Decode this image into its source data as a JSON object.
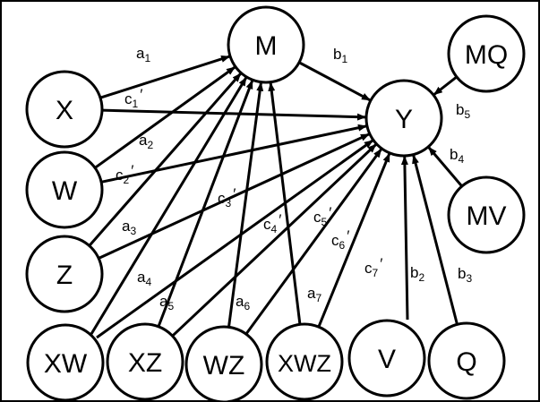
{
  "diagram": {
    "title": "",
    "nodes": [
      {
        "id": "M",
        "label": "M"
      },
      {
        "id": "Y",
        "label": "Y"
      },
      {
        "id": "MQ",
        "label": "MQ"
      },
      {
        "id": "MV",
        "label": "MV"
      },
      {
        "id": "X",
        "label": "X"
      },
      {
        "id": "W",
        "label": "W"
      },
      {
        "id": "Z",
        "label": "Z"
      },
      {
        "id": "XW",
        "label": "XW"
      },
      {
        "id": "XZ",
        "label": "XZ"
      },
      {
        "id": "WZ",
        "label": "WZ"
      },
      {
        "id": "XWZ",
        "label": "XWZ"
      },
      {
        "id": "V",
        "label": "V"
      },
      {
        "id": "Q",
        "label": "Q"
      }
    ],
    "edges": [
      {
        "from": "X",
        "to": "M",
        "label": "a",
        "sub": "1",
        "prime": ""
      },
      {
        "from": "W",
        "to": "M",
        "label": "a",
        "sub": "2",
        "prime": ""
      },
      {
        "from": "Z",
        "to": "M",
        "label": "a",
        "sub": "3",
        "prime": ""
      },
      {
        "from": "XW",
        "to": "M",
        "label": "a",
        "sub": "4",
        "prime": ""
      },
      {
        "from": "XZ",
        "to": "M",
        "label": "a",
        "sub": "5",
        "prime": ""
      },
      {
        "from": "WZ",
        "to": "M",
        "label": "a",
        "sub": "6",
        "prime": ""
      },
      {
        "from": "XWZ",
        "to": "M",
        "label": "a",
        "sub": "7",
        "prime": ""
      },
      {
        "from": "M",
        "to": "Y",
        "label": "b",
        "sub": "1",
        "prime": ""
      },
      {
        "from": "V",
        "to": "Y",
        "label": "b",
        "sub": "2",
        "prime": ""
      },
      {
        "from": "Q",
        "to": "Y",
        "label": "b",
        "sub": "3",
        "prime": ""
      },
      {
        "from": "MV",
        "to": "Y",
        "label": "b",
        "sub": "4",
        "prime": ""
      },
      {
        "from": "MQ",
        "to": "Y",
        "label": "b",
        "sub": "5",
        "prime": ""
      },
      {
        "from": "X",
        "to": "Y",
        "label": "c",
        "sub": "1",
        "prime": "′"
      },
      {
        "from": "W",
        "to": "Y",
        "label": "c",
        "sub": "2",
        "prime": "′"
      },
      {
        "from": "Z",
        "to": "Y",
        "label": "c",
        "sub": "3",
        "prime": "′"
      },
      {
        "from": "XW",
        "to": "Y",
        "label": "c",
        "sub": "4",
        "prime": "′"
      },
      {
        "from": "XZ",
        "to": "Y",
        "label": "c",
        "sub": "5",
        "prime": "′"
      },
      {
        "from": "WZ",
        "to": "Y",
        "label": "c",
        "sub": "6",
        "prime": "′"
      },
      {
        "from": "XWZ",
        "to": "Y",
        "label": "c",
        "sub": "7",
        "prime": "′"
      }
    ]
  },
  "colors": {
    "stroke": "#000000",
    "background": "#ffffff",
    "text": "#000000"
  }
}
